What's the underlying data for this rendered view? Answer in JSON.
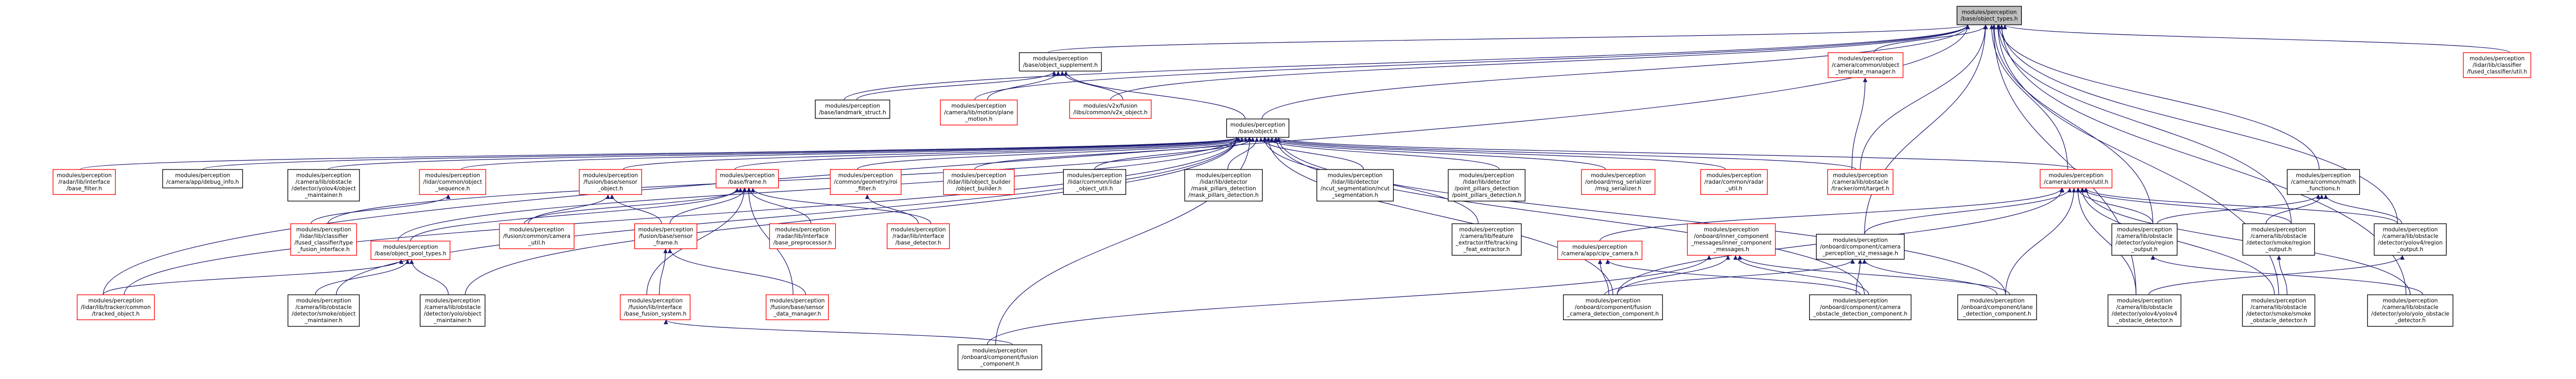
{
  "diagram": {
    "title": "",
    "legend": [],
    "colors": {
      "edge": "#191970",
      "focus_fill": "#bfbfbf",
      "documented_border": "#000000",
      "undocumented_border": "#ff0000"
    },
    "nodes": [
      {
        "id": "n_object_types",
        "style": "focus",
        "lines": [
          "modules/perception",
          "/base/object_types.h"
        ]
      },
      {
        "id": "n_object_supplement",
        "style": "black",
        "lines": [
          "modules/perception",
          "/base/object_supplement.h"
        ]
      },
      {
        "id": "n_template_manager",
        "style": "red",
        "lines": [
          "modules/perception",
          "/camera/common/object",
          "_template_manager.h"
        ]
      },
      {
        "id": "n_fused_classifier_util",
        "style": "red",
        "lines": [
          "modules/perception",
          "/lidar/lib/classifier",
          "/fused_classifier/util.h"
        ]
      },
      {
        "id": "n_landmark_struct",
        "style": "black",
        "lines": [
          "modules/perception",
          "/base/landmark_struct.h"
        ]
      },
      {
        "id": "n_camera_motion_plane",
        "style": "red",
        "lines": [
          "modules/perception",
          "/camera/lib/motion/plane",
          "_motion.h"
        ]
      },
      {
        "id": "n_v2x_object",
        "style": "red",
        "lines": [
          "modules/v2x/fusion",
          "/libs/common/v2x_object.h"
        ]
      },
      {
        "id": "n_object",
        "style": "black",
        "lines": [
          "modules/perception",
          "/base/object.h"
        ]
      },
      {
        "id": "n_radar_base_filter",
        "style": "red",
        "lines": [
          "modules/perception",
          "/radar/lib/interface",
          "/base_filter.h"
        ]
      },
      {
        "id": "n_debug_info",
        "style": "black",
        "lines": [
          "modules/perception",
          "/camera/app/debug_info.h"
        ]
      },
      {
        "id": "n_yolov4_maintainer",
        "style": "black",
        "lines": [
          "modules/perception",
          "/camera/lib/obstacle",
          "/detector/yolov4/object",
          "_maintainer.h"
        ]
      },
      {
        "id": "n_object_sequence",
        "style": "red",
        "lines": [
          "modules/perception",
          "/lidar/common/object",
          "_sequence.h"
        ]
      },
      {
        "id": "n_sensor_object",
        "style": "red",
        "lines": [
          "modules/perception",
          "/fusion/base/sensor",
          "_object.h"
        ]
      },
      {
        "id": "n_base_frame",
        "style": "red",
        "lines": [
          "modules/perception",
          "/base/frame.h"
        ]
      },
      {
        "id": "n_roi_filter",
        "style": "red",
        "lines": [
          "modules/perception",
          "/common/geometry/roi",
          "_filter.h"
        ]
      },
      {
        "id": "n_object_builder",
        "style": "red",
        "lines": [
          "modules/perception",
          "/lidar/lib/object_builder",
          "/object_builder.h"
        ]
      },
      {
        "id": "n_lidar_object_util",
        "style": "black",
        "lines": [
          "modules/perception",
          "/lidar/common/lidar",
          "_object_util.h"
        ]
      },
      {
        "id": "n_mask_pillars",
        "style": "black",
        "lines": [
          "modules/perception",
          "/lidar/lib/detector",
          "/mask_pillars_detection",
          "/mask_pillars_detection.h"
        ]
      },
      {
        "id": "n_ncut",
        "style": "black",
        "lines": [
          "modules/perception",
          "/lidar/lib/detector",
          "/ncut_segmentation/ncut",
          "_segmentation.h"
        ]
      },
      {
        "id": "n_point_pillars",
        "style": "black",
        "lines": [
          "modules/perception",
          "/lidar/lib/detector",
          "/point_pillars_detection",
          "/point_pillars_detection.h"
        ]
      },
      {
        "id": "n_msg_serializer",
        "style": "red",
        "lines": [
          "modules/perception",
          "/onboard/msg_serializer",
          "/msg_serializer.h"
        ]
      },
      {
        "id": "n_radar_util",
        "style": "red",
        "lines": [
          "modules/perception",
          "/radar/common/radar",
          "_util.h"
        ]
      },
      {
        "id": "n_tracker_target",
        "style": "red",
        "lines": [
          "modules/perception",
          "/camera/lib/obstacle",
          "/tracker/omt/target.h"
        ]
      },
      {
        "id": "n_camera_util",
        "style": "red",
        "lines": [
          "modules/perception",
          "/camera/common/util.h"
        ]
      },
      {
        "id": "n_math_functions",
        "style": "black",
        "lines": [
          "modules/perception",
          "/camera/common/math",
          "_functions.h"
        ]
      },
      {
        "id": "n_fused_classifier_type",
        "style": "red",
        "lines": [
          "modules/perception",
          "/lidar/lib/classifier",
          "/fused_classifier/type",
          "_fusion_interface.h"
        ]
      },
      {
        "id": "n_fusion_camera_util",
        "style": "red",
        "lines": [
          "modules/perception",
          "/fusion/common/camera",
          "_util.h"
        ]
      },
      {
        "id": "n_sensor_frame",
        "style": "red",
        "lines": [
          "modules/perception",
          "/fusion/base/sensor",
          "_frame.h"
        ]
      },
      {
        "id": "n_base_preprocessor",
        "style": "red",
        "lines": [
          "modules/perception",
          "/radar/lib/interface",
          "/base_preprocessor.h"
        ]
      },
      {
        "id": "n_base_detector",
        "style": "red",
        "lines": [
          "modules/perception",
          "/radar/lib/interface",
          "/base_detector.h"
        ]
      },
      {
        "id": "n_feature_extractor",
        "style": "black",
        "lines": [
          "modules/perception",
          "/camera/lib/feature",
          "_extractor/tfe/tracking",
          "_feat_extractor.h"
        ]
      },
      {
        "id": "n_ipm_camera",
        "style": "red",
        "lines": [
          "modules/perception",
          "/camera/app/cipv_camera.h"
        ]
      },
      {
        "id": "n_inner_component",
        "style": "red",
        "lines": [
          "modules/perception",
          "/onboard/inner_component",
          "_messages/inner_component",
          "_messages.h"
        ]
      },
      {
        "id": "n_camera_perception_viz",
        "style": "black",
        "lines": [
          "modules/perception",
          "/onboard/component/camera",
          "_perception_viz_message.h"
        ]
      },
      {
        "id": "n_yolo_region_output",
        "style": "black",
        "lines": [
          "modules/perception",
          "/camera/lib/obstacle",
          "/detector/yolo/region",
          "_output.h"
        ]
      },
      {
        "id": "n_smoke_region_output",
        "style": "black",
        "lines": [
          "modules/perception",
          "/camera/lib/obstacle",
          "/detector/smoke/region",
          "_output.h"
        ]
      },
      {
        "id": "n_yolov4_region_output",
        "style": "black",
        "lines": [
          "modules/perception",
          "/camera/lib/obstacle",
          "/detector/yolov4/region",
          "_output.h"
        ]
      },
      {
        "id": "n_object_pool_types",
        "style": "red",
        "lines": [
          "modules/perception",
          "/base/object_pool_types.h"
        ]
      },
      {
        "id": "n_base_fusion_system",
        "style": "red",
        "lines": [
          "modules/perception",
          "/fusion/lib/interface",
          "/base_fusion_system.h"
        ]
      },
      {
        "id": "n_sensor_data_manager",
        "style": "red",
        "lines": [
          "modules/perception",
          "/fusion/base/sensor",
          "_data_manager.h"
        ]
      },
      {
        "id": "n_tracked_object",
        "style": "red",
        "lines": [
          "modules/perception",
          "/lidar/lib/tracker/common",
          "/tracked_object.h"
        ]
      },
      {
        "id": "n_smoke_maintainer",
        "style": "black",
        "lines": [
          "modules/perception",
          "/camera/lib/obstacle",
          "/detector/smoke/object",
          "_maintainer.h"
        ]
      },
      {
        "id": "n_yolo_maintainer",
        "style": "black",
        "lines": [
          "modules/perception",
          "/camera/lib/obstacle",
          "/detector/yolo/object",
          "_maintainer.h"
        ]
      },
      {
        "id": "n_fusion_camera_detection",
        "style": "black",
        "lines": [
          "modules/perception",
          "/onboard/component/fusion",
          "_camera_detection_component.h"
        ]
      },
      {
        "id": "n_camera_obstacle_detection",
        "style": "black",
        "lines": [
          "modules/perception",
          "/onboard/component/camera",
          "_obstacle_detection_component.h"
        ]
      },
      {
        "id": "n_lane_detection",
        "style": "black",
        "lines": [
          "modules/perception",
          "/onboard/component/lane",
          "_detection_component.h"
        ]
      },
      {
        "id": "n_yolov4_obstacle_detector",
        "style": "black",
        "lines": [
          "modules/perception",
          "/camera/lib/obstacle",
          "/detector/yolov4/yolov4",
          "_obstacle_detector.h"
        ]
      },
      {
        "id": "n_smoke_obstacle_detector",
        "style": "black",
        "lines": [
          "modules/perception",
          "/camera/lib/obstacle",
          "/detector/smoke/smoke",
          "_obstacle_detector.h"
        ]
      },
      {
        "id": "n_yolo_obstacle_detector",
        "style": "black",
        "lines": [
          "modules/perception",
          "/camera/lib/obstacle",
          "/detector/yolo/yolo_obstacle",
          "_detector.h"
        ]
      },
      {
        "id": "n_fusion_component",
        "style": "black",
        "lines": [
          "modules/perception",
          "/onboard/component/fusion",
          "_component.h"
        ]
      }
    ],
    "edges": [
      [
        "n_object_supplement",
        "n_object_types"
      ],
      [
        "n_landmark_struct",
        "n_object_types"
      ],
      [
        "n_camera_motion_plane",
        "n_object_types"
      ],
      [
        "n_v2x_object",
        "n_object_types"
      ],
      [
        "n_object",
        "n_object_types"
      ],
      [
        "n_template_manager",
        "n_object_types"
      ],
      [
        "n_fused_classifier_util",
        "n_object_types"
      ],
      [
        "n_tracked_object",
        "n_object_types"
      ],
      [
        "n_camera_util",
        "n_object_types"
      ],
      [
        "n_math_functions",
        "n_object_types"
      ],
      [
        "n_tracker_target",
        "n_object_types"
      ],
      [
        "n_camera_perception_viz",
        "n_object_types"
      ],
      [
        "n_yolo_region_output",
        "n_object_types"
      ],
      [
        "n_smoke_region_output",
        "n_object_types"
      ],
      [
        "n_yolov4_region_output",
        "n_object_types"
      ],
      [
        "n_yolov4_obstacle_detector",
        "n_object_types"
      ],
      [
        "n_yolo_obstacle_detector",
        "n_object_types"
      ],
      [
        "n_smoke_obstacle_detector",
        "n_object_types"
      ],
      [
        "n_landmark_struct",
        "n_object_supplement"
      ],
      [
        "n_camera_motion_plane",
        "n_object_supplement"
      ],
      [
        "n_v2x_object",
        "n_object_supplement"
      ],
      [
        "n_object",
        "n_object_supplement"
      ],
      [
        "n_tracker_target",
        "n_template_manager"
      ],
      [
        "n_radar_base_filter",
        "n_object"
      ],
      [
        "n_debug_info",
        "n_object"
      ],
      [
        "n_yolov4_maintainer",
        "n_object"
      ],
      [
        "n_object_sequence",
        "n_object"
      ],
      [
        "n_sensor_object",
        "n_object"
      ],
      [
        "n_base_frame",
        "n_object"
      ],
      [
        "n_roi_filter",
        "n_object"
      ],
      [
        "n_object_builder",
        "n_object"
      ],
      [
        "n_lidar_object_util",
        "n_object"
      ],
      [
        "n_mask_pillars",
        "n_object"
      ],
      [
        "n_ncut",
        "n_object"
      ],
      [
        "n_point_pillars",
        "n_object"
      ],
      [
        "n_msg_serializer",
        "n_object"
      ],
      [
        "n_radar_util",
        "n_object"
      ],
      [
        "n_tracker_target",
        "n_object"
      ],
      [
        "n_camera_util",
        "n_object"
      ],
      [
        "n_fused_classifier_type",
        "n_object"
      ],
      [
        "n_tracked_object",
        "n_object"
      ],
      [
        "n_smoke_maintainer",
        "n_object"
      ],
      [
        "n_object_pool_types",
        "n_object"
      ],
      [
        "n_feature_extractor",
        "n_object"
      ],
      [
        "n_fusion_component",
        "n_object"
      ],
      [
        "n_fusion_camera_detection",
        "n_object"
      ],
      [
        "n_camera_obstacle_detection",
        "n_object"
      ],
      [
        "n_lane_detection",
        "n_object"
      ],
      [
        "n_yolo_maintainer",
        "n_object"
      ],
      [
        "n_fused_classifier_type",
        "n_object_sequence"
      ],
      [
        "n_fusion_camera_util",
        "n_sensor_object"
      ],
      [
        "n_sensor_frame",
        "n_sensor_object"
      ],
      [
        "n_object_pool_types",
        "n_base_frame"
      ],
      [
        "n_sensor_frame",
        "n_base_frame"
      ],
      [
        "n_base_preprocessor",
        "n_base_frame"
      ],
      [
        "n_base_detector",
        "n_base_frame"
      ],
      [
        "n_fusion_camera_util",
        "n_base_frame"
      ],
      [
        "n_base_fusion_system",
        "n_base_frame"
      ],
      [
        "n_sensor_data_manager",
        "n_base_frame"
      ],
      [
        "n_base_detector",
        "n_roi_filter"
      ],
      [
        "n_base_fusion_system",
        "n_sensor_frame"
      ],
      [
        "n_sensor_data_manager",
        "n_sensor_frame"
      ],
      [
        "n_fusion_component",
        "n_base_fusion_system"
      ],
      [
        "n_tracked_object",
        "n_object_pool_types"
      ],
      [
        "n_smoke_maintainer",
        "n_object_pool_types"
      ],
      [
        "n_yolo_maintainer",
        "n_object_pool_types"
      ],
      [
        "n_ipm_camera",
        "n_camera_util"
      ],
      [
        "n_camera_perception_viz",
        "n_camera_util"
      ],
      [
        "n_yolo_region_output",
        "n_camera_util"
      ],
      [
        "n_smoke_region_output",
        "n_camera_util"
      ],
      [
        "n_yolov4_region_output",
        "n_camera_util"
      ],
      [
        "n_yolov4_obstacle_detector",
        "n_camera_util"
      ],
      [
        "n_smoke_obstacle_detector",
        "n_camera_util"
      ],
      [
        "n_yolo_obstacle_detector",
        "n_camera_util"
      ],
      [
        "n_fusion_camera_detection",
        "n_camera_util"
      ],
      [
        "n_lane_detection",
        "n_camera_util"
      ],
      [
        "n_yolo_region_output",
        "n_math_functions"
      ],
      [
        "n_smoke_region_output",
        "n_math_functions"
      ],
      [
        "n_yolov4_region_output",
        "n_math_functions"
      ],
      [
        "n_fusion_camera_detection",
        "n_ipm_camera"
      ],
      [
        "n_camera_obstacle_detection",
        "n_ipm_camera"
      ],
      [
        "n_fusion_camera_detection",
        "n_inner_component"
      ],
      [
        "n_camera_obstacle_detection",
        "n_inner_component"
      ],
      [
        "n_lane_detection",
        "n_inner_component"
      ],
      [
        "n_fusion_component",
        "n_inner_component"
      ],
      [
        "n_fusion_camera_detection",
        "n_camera_perception_viz"
      ],
      [
        "n_camera_obstacle_detection",
        "n_camera_perception_viz"
      ],
      [
        "n_lane_detection",
        "n_camera_perception_viz"
      ],
      [
        "n_yolov4_obstacle_detector",
        "n_yolov4_region_output"
      ],
      [
        "n_smoke_obstacle_detector",
        "n_smoke_region_output"
      ],
      [
        "n_yolo_obstacle_detector",
        "n_yolo_region_output"
      ]
    ]
  }
}
